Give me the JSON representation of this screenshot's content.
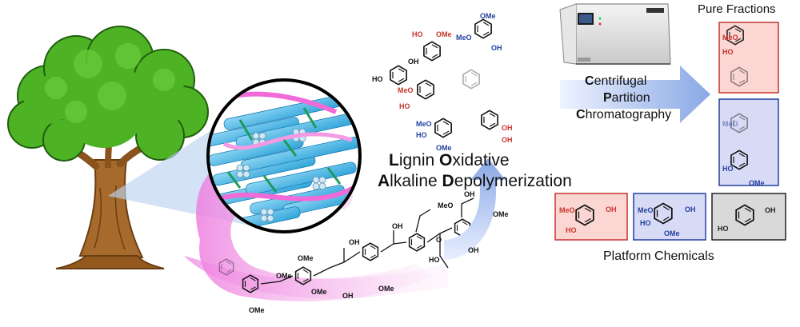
{
  "process": {
    "lioad": {
      "line1": [
        {
          "cap": "L",
          "rest": "ignin "
        },
        {
          "cap": "O",
          "rest": "xidative"
        }
      ],
      "line2": [
        {
          "cap": "A",
          "rest": "lkaline "
        },
        {
          "cap": "D",
          "rest": "epolymerization"
        }
      ]
    },
    "cpc": {
      "line1": {
        "cap": "C",
        "rest": "entrifugal"
      },
      "line2": {
        "cap": "P",
        "rest": "artition"
      },
      "line3": {
        "cap": "C",
        "rest": "hromatography"
      }
    }
  },
  "labels": {
    "pure_fractions": "Pure Fractions",
    "platform_chemicals": "Platform Chemicals"
  },
  "chem_labels": {
    "ome": "OMe",
    "meo": "MeO",
    "oh": "OH",
    "ho": "HO",
    "o": "O"
  },
  "colors": {
    "red_fraction": "#d9413a",
    "red_fill": "#fbd6d3",
    "blue_fraction": "#2440a0",
    "blue_fill": "#d7dbf5",
    "gray_fill": "#d9d9d9",
    "arrow_blue": "#9fb7e8",
    "lignin_band": "#f4a6e6",
    "tree_green": "#43a81f",
    "trunk_brown": "#a56a2c"
  },
  "icons": [
    "tree-icon",
    "fiber-bundle-icon",
    "cpc-instrument-icon",
    "benzene-ring-icon"
  ]
}
